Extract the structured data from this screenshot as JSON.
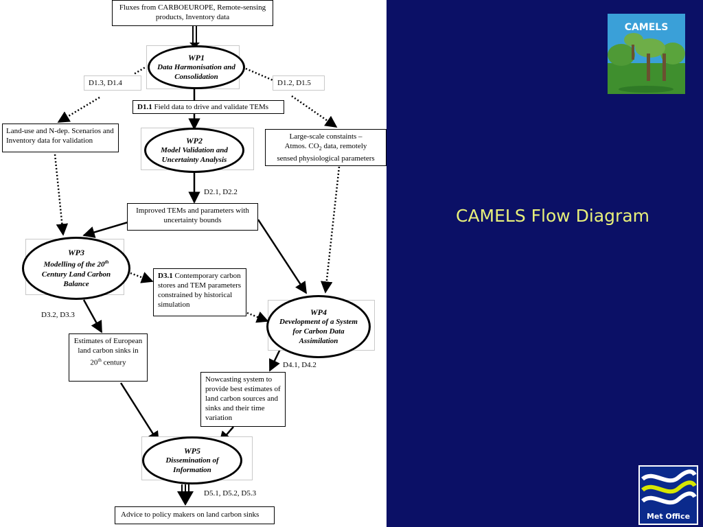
{
  "slide": {
    "title": "CAMELS Flow Diagram"
  },
  "logos": {
    "camels": "CAMELS",
    "metoffice": "Met Office"
  },
  "colors": {
    "background": "#0b1066",
    "title": "#e8f07a"
  },
  "boxes": {
    "fluxes": "Fluxes from CARBOEUROPE, Remote-sensing products, Inventory data",
    "d11_code": "D1.1",
    "d11_text": " Field data to drive and validate TEMs",
    "landuse": "Land-use and N-dep. Scenarios and Inventory data for validation",
    "largescale_line1": "Large-scale constaints –",
    "largescale_line2a": "Atmos. CO",
    "largescale_line2sub": "2",
    "largescale_line2b": " data, remotely",
    "largescale_line3": "sensed physiological parameters",
    "improved": "Improved TEMs and parameters with uncertainty bounds",
    "d31_code": "D3.1",
    "d31_text": " Contemporary carbon stores and TEM parameters constrained by historical simulation",
    "estimates_a": "Estimates  of European  land carbon sinks in 20",
    "estimates_sup": "th",
    "estimates_b": " century",
    "nowcasting": "Nowcasting system to provide best estimates of land carbon sources and sinks and their time variation",
    "advice": "Advice to policy makers on land carbon sinks"
  },
  "workpackages": {
    "wp1": {
      "id": "WP1",
      "title": "Data Harmonisation and Consolidation"
    },
    "wp2": {
      "id": "WP2",
      "title": "Model Validation and Uncertainty Analysis"
    },
    "wp3": {
      "id": "WP3",
      "title_a": "Modelling of the 20",
      "title_sup": "th",
      "title_b": " Century Land Carbon Balance"
    },
    "wp4": {
      "id": "WP4",
      "title": "Development of a System for Carbon Data Assimilation"
    },
    "wp5": {
      "id": "WP5",
      "title": "Dissemination of Information"
    }
  },
  "deliverables": {
    "d13_d14": "D1.3, D1.4",
    "d12_d15": "D1.2, D1.5",
    "d21_d22": "D2.1, D2.2",
    "d32_d33": "D3.2, D3.3",
    "d41_d42": "D4.1, D4.2",
    "d51_d53": "D5.1, D5.2, D5.3"
  }
}
